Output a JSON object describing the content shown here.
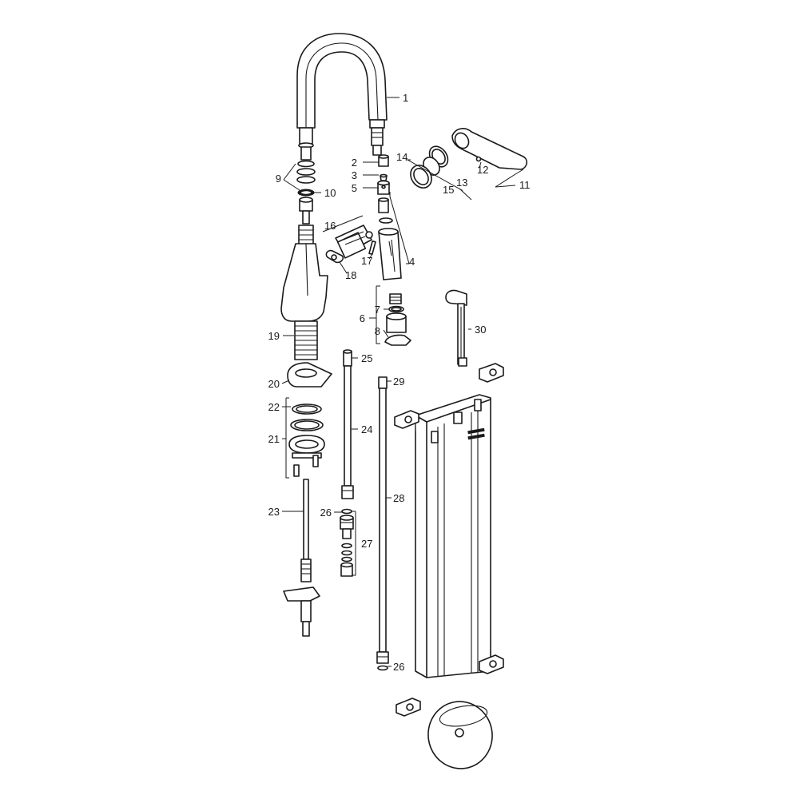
{
  "diagram": {
    "callouts": [
      {
        "id": "1",
        "text": "1"
      },
      {
        "id": "2",
        "text": "2"
      },
      {
        "id": "3",
        "text": "3"
      },
      {
        "id": "4",
        "text": "4"
      },
      {
        "id": "5",
        "text": "5"
      },
      {
        "id": "6",
        "text": "6"
      },
      {
        "id": "7",
        "text": "7"
      },
      {
        "id": "8",
        "text": "8"
      },
      {
        "id": "9",
        "text": "9"
      },
      {
        "id": "10",
        "text": "10"
      },
      {
        "id": "11",
        "text": "11"
      },
      {
        "id": "12",
        "text": "12"
      },
      {
        "id": "13",
        "text": "13"
      },
      {
        "id": "14",
        "text": "14"
      },
      {
        "id": "15",
        "text": "15"
      },
      {
        "id": "16",
        "text": "16"
      },
      {
        "id": "17",
        "text": "17"
      },
      {
        "id": "18",
        "text": "18"
      },
      {
        "id": "19",
        "text": "19"
      },
      {
        "id": "20",
        "text": "20"
      },
      {
        "id": "21",
        "text": "21"
      },
      {
        "id": "22",
        "text": "22"
      },
      {
        "id": "23",
        "text": "23"
      },
      {
        "id": "24",
        "text": "24"
      },
      {
        "id": "25",
        "text": "25"
      },
      {
        "id": "26a",
        "text": "26"
      },
      {
        "id": "26b",
        "text": "26"
      },
      {
        "id": "27",
        "text": "27"
      },
      {
        "id": "28",
        "text": "28"
      },
      {
        "id": "29",
        "text": "29"
      },
      {
        "id": "30",
        "text": "30"
      }
    ]
  }
}
